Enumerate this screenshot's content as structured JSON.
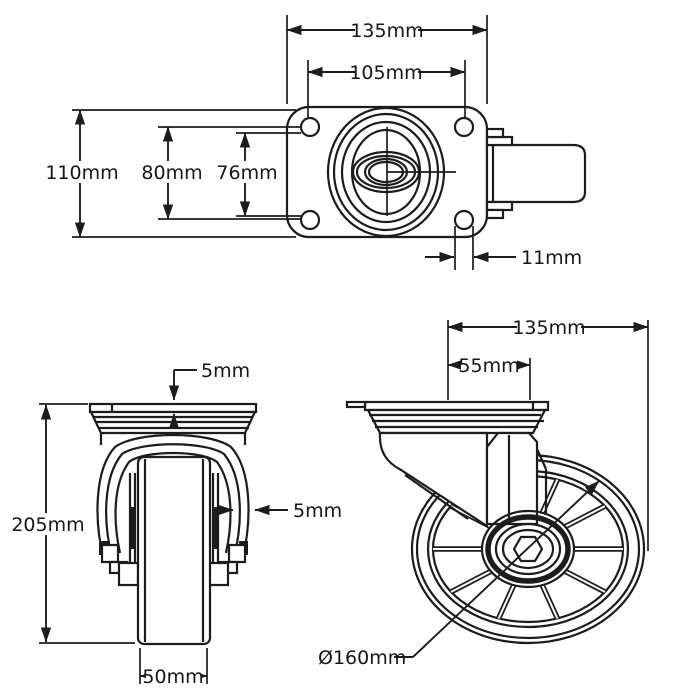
{
  "drawing": {
    "subject": "swivel-caster-technical-drawing",
    "background": "#ffffff",
    "line_color": "#1c1c1c",
    "views": {
      "top": {
        "name": "top-plate-view",
        "dims": {
          "overall_width": "135mm",
          "hole_spacing_width": "105mm",
          "overall_depth": "110mm",
          "hole_spacing_depth": "80mm",
          "inner_depth": "76mm",
          "hole_diameter": "11mm"
        }
      },
      "front": {
        "name": "front-view",
        "dims": {
          "plate_thickness": "5mm",
          "bracket_thickness": "5mm",
          "overall_height": "205mm",
          "wheel_width": "50mm"
        }
      },
      "side": {
        "name": "side-view",
        "dims": {
          "plate_length": "135mm",
          "offset": "55mm",
          "wheel_diameter": "Ø160mm"
        }
      }
    }
  }
}
